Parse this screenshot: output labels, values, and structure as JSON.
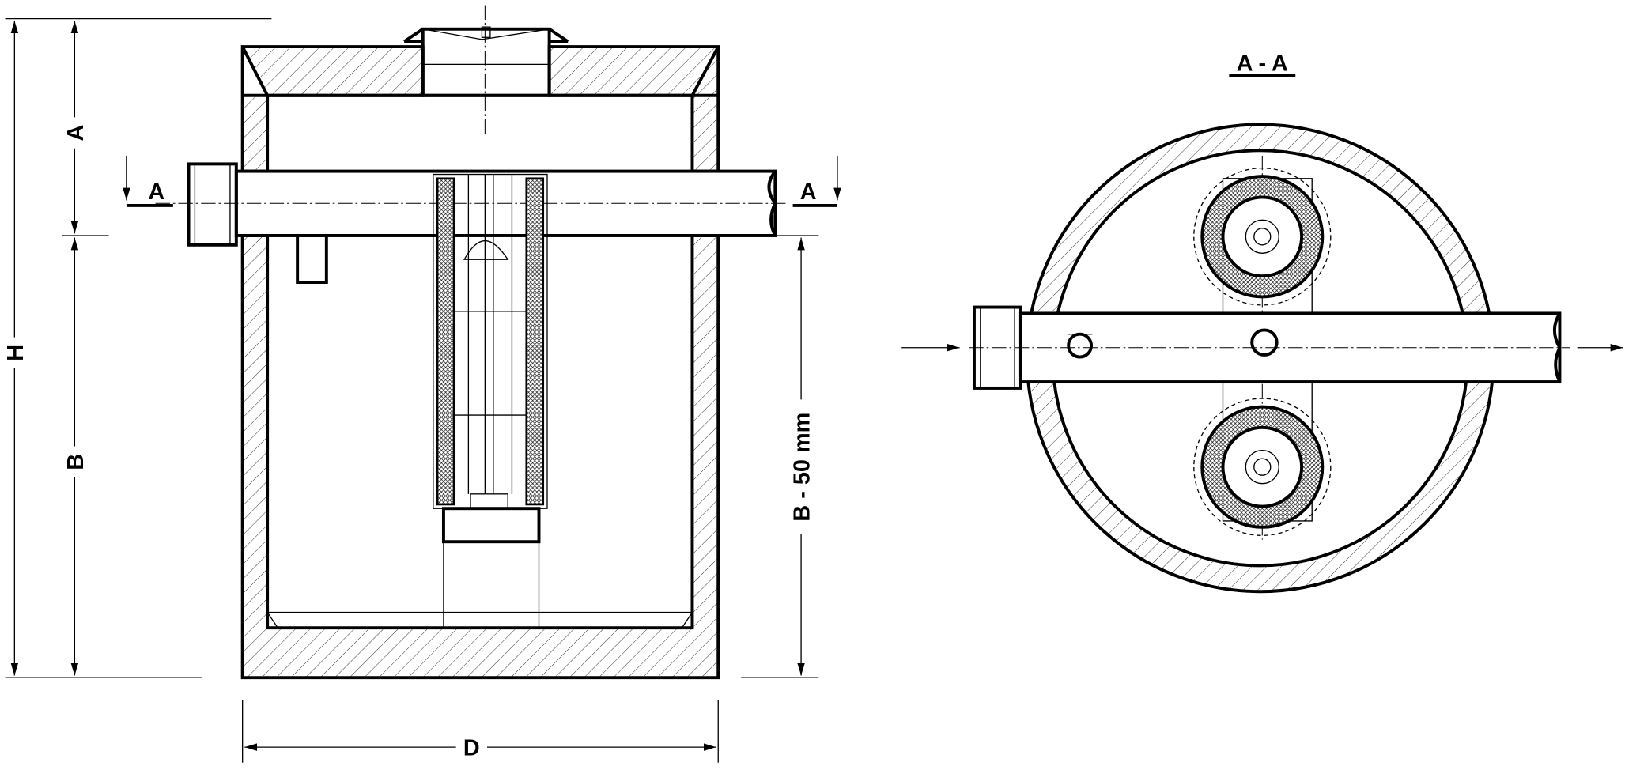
{
  "drawing": {
    "section_title": "A - A",
    "dimensions": {
      "total_height": "H",
      "upper_height": "A",
      "lower_height": "B",
      "lower_minus": "B - 50 mm",
      "diameter": "D"
    },
    "section_markers": [
      "A",
      "A"
    ],
    "colors": {
      "line": "#000000",
      "background": "#ffffff"
    }
  }
}
